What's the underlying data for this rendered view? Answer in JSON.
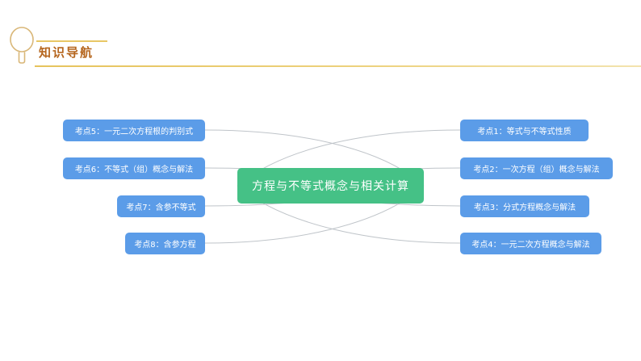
{
  "header": {
    "title": "知识导航",
    "icon": "magnifier-icon",
    "rule_color": "#e8c766",
    "title_color": "#b5651d"
  },
  "mindmap": {
    "center": {
      "label": "方程与不等式概念与相关计算",
      "color": "#45c186"
    },
    "branch_color": "#5b9ce8",
    "connector_color": "#bfc4c9",
    "left_nodes": [
      {
        "id": "kp5",
        "label": "考点5：一元二次方程根的判别式"
      },
      {
        "id": "kp6",
        "label": "考点6：不等式（组）概念与解法"
      },
      {
        "id": "kp7",
        "label": "考点7：含参不等式"
      },
      {
        "id": "kp8",
        "label": "考点8：含参方程"
      }
    ],
    "right_nodes": [
      {
        "id": "kp1",
        "label": "考点1：等式与不等式性质"
      },
      {
        "id": "kp2",
        "label": "考点2：一次方程（组）概念与解法"
      },
      {
        "id": "kp3",
        "label": "考点3：分式方程概念与解法"
      },
      {
        "id": "kp4",
        "label": "考点4：一元二次方程概念与解法"
      }
    ]
  }
}
